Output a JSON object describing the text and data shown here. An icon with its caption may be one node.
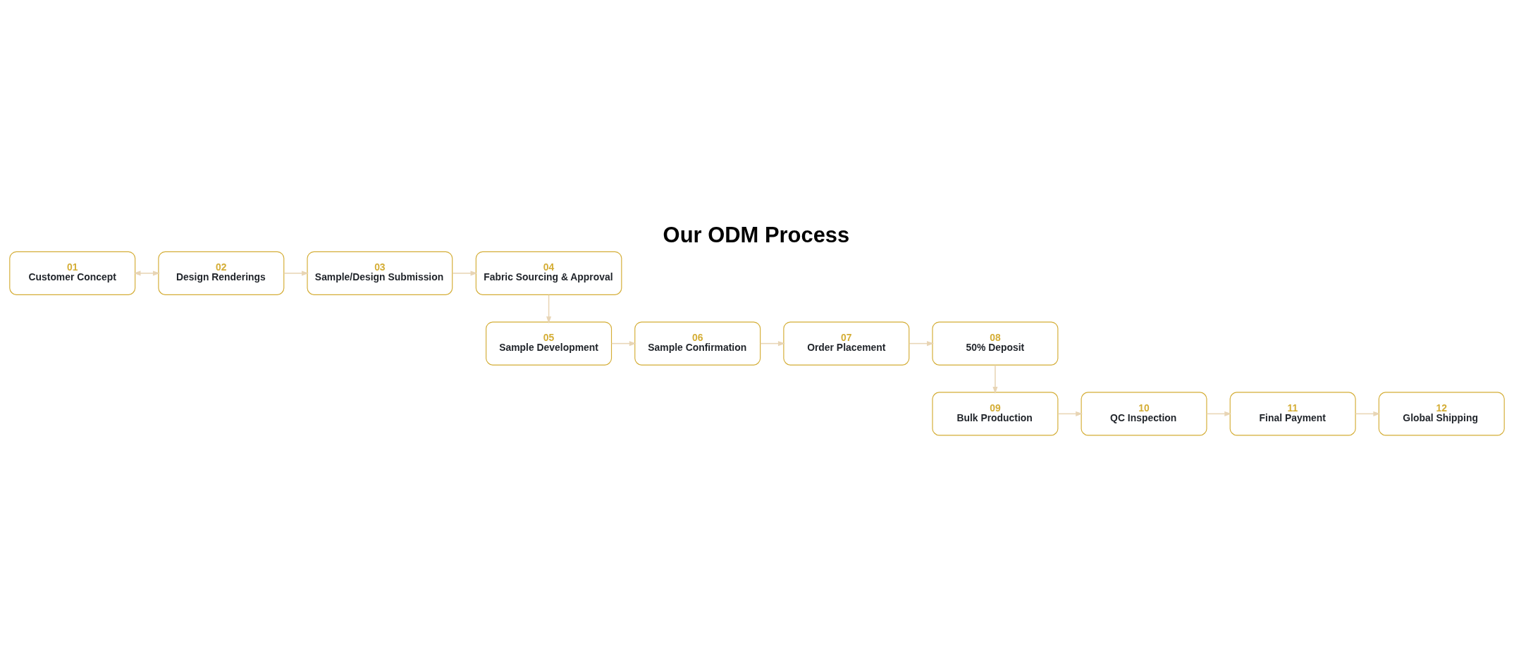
{
  "diagram": {
    "title": "Our ODM Process",
    "nodes": [
      {
        "text": [
          "01",
          "Customer Concept"
        ]
      },
      {
        "text": [
          "02",
          "Design Renderings"
        ]
      },
      {
        "text": [
          "03",
          "Sample/Design Submission"
        ]
      },
      {
        "text": [
          "04",
          "Fabric Sourcing & Approval"
        ]
      },
      {
        "text": [
          "05",
          "Sample Development"
        ]
      },
      {
        "text": [
          "06",
          "Sample Confirmation"
        ]
      },
      {
        "text": [
          "07",
          "Order Placement"
        ]
      },
      {
        "text": [
          "08",
          "50% Deposit"
        ]
      },
      {
        "text": [
          "09",
          "Bulk Production"
        ]
      },
      {
        "text": [
          "10",
          "QC Inspection"
        ]
      },
      {
        "text": [
          "11",
          "Final Payment"
        ]
      },
      {
        "text": [
          "12",
          "Global Shipping"
        ]
      }
    ],
    "edges": [
      {
        "from": 0,
        "to": 1,
        "arrow": "both"
      },
      {
        "from": 1,
        "to": 2,
        "arrow": "to"
      },
      {
        "from": 2,
        "to": 3,
        "arrow": "to"
      },
      {
        "from": 3,
        "to": 4,
        "arrow": "to"
      },
      {
        "from": 4,
        "to": 5,
        "arrow": "to"
      },
      {
        "from": 5,
        "to": 6,
        "arrow": "to"
      },
      {
        "from": 6,
        "to": 7,
        "arrow": "to"
      },
      {
        "from": 7,
        "to": 8,
        "arrow": "to"
      },
      {
        "from": 8,
        "to": 9,
        "arrow": "to"
      },
      {
        "from": 9,
        "to": 10,
        "arrow": "to"
      },
      {
        "from": 10,
        "to": 11,
        "arrow": "to"
      }
    ]
  }
}
